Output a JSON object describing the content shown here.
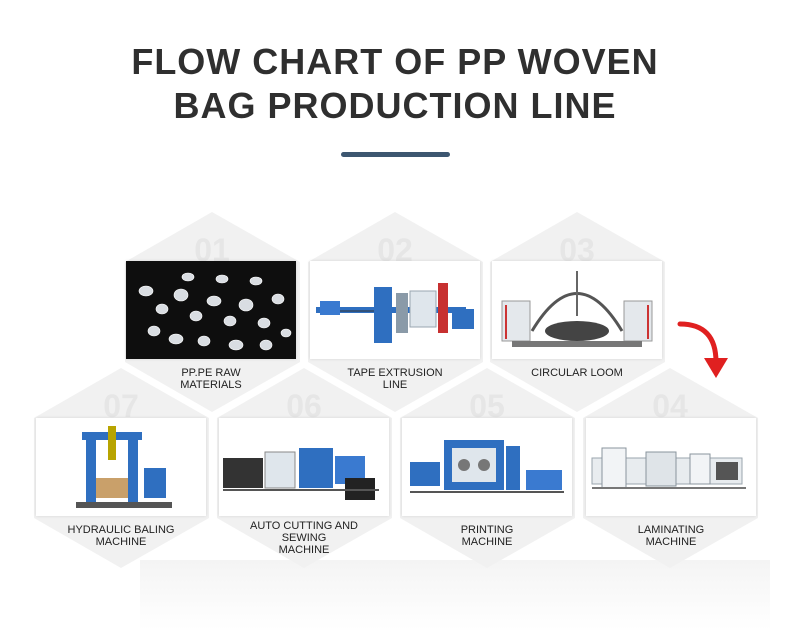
{
  "title": {
    "line1": "FLOW CHART OF PP WOVEN",
    "line2": "BAG PRODUCTION LINE"
  },
  "steps": [
    {
      "number": "01",
      "label_lines": [
        "PP.PE RAW",
        "MATERIALS"
      ],
      "icon": "pp-pellets-photo"
    },
    {
      "number": "02",
      "label_lines": [
        "TAPE EXTRUSION",
        "LINE"
      ],
      "icon": "tape-extrusion-machine"
    },
    {
      "number": "03",
      "label_lines": [
        "CIRCULAR LOOM"
      ],
      "icon": "circular-loom-machine"
    },
    {
      "number": "04",
      "label_lines": [
        "LAMINATING",
        "MACHINE"
      ],
      "icon": "laminating-machine"
    },
    {
      "number": "05",
      "label_lines": [
        "PRINTING",
        "MACHINE"
      ],
      "icon": "printing-machine"
    },
    {
      "number": "06",
      "label_lines": [
        "AUTO CUTTING AND",
        "SEWING",
        "MACHINE"
      ],
      "icon": "cutting-sewing-machine"
    },
    {
      "number": "07",
      "label_lines": [
        "HYDRAULIC BALING",
        "MACHINE"
      ],
      "icon": "hydraulic-baling-machine"
    }
  ],
  "colors": {
    "accent_bar": "#3c5670",
    "arrow": "#e02020",
    "hex_background": "#f1f1f1"
  }
}
